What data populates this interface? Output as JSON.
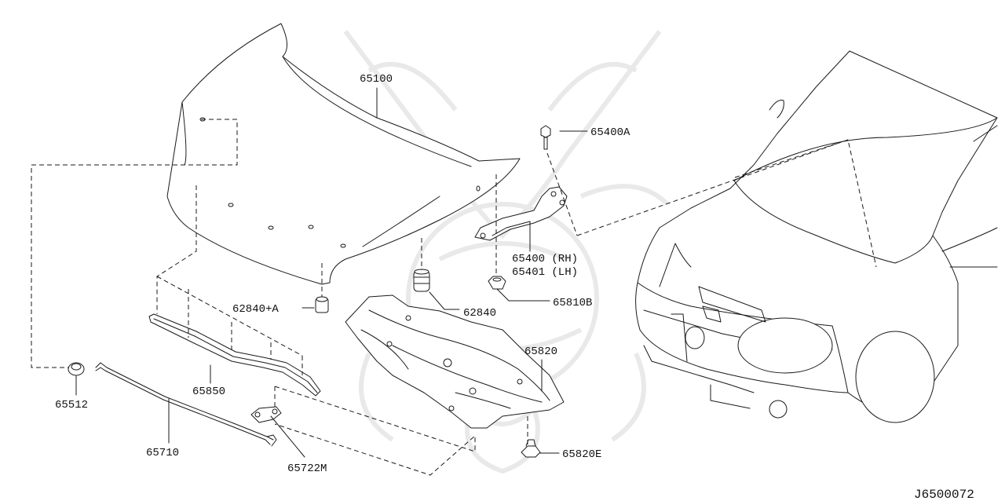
{
  "diagram": {
    "part_labels": {
      "p65100": "65100",
      "p65400A": "65400A",
      "p65400rh": "65400 (RH)",
      "p65401lh": "65401 (LH)",
      "p65810B": "65810B",
      "p62840a": "62840+A",
      "p62840": "62840",
      "p65820": "65820",
      "p65850": "65850",
      "p65512": "65512",
      "p65710": "65710",
      "p65722M": "65722M",
      "p65820E": "65820E"
    },
    "diagram_code": "J6500072"
  }
}
